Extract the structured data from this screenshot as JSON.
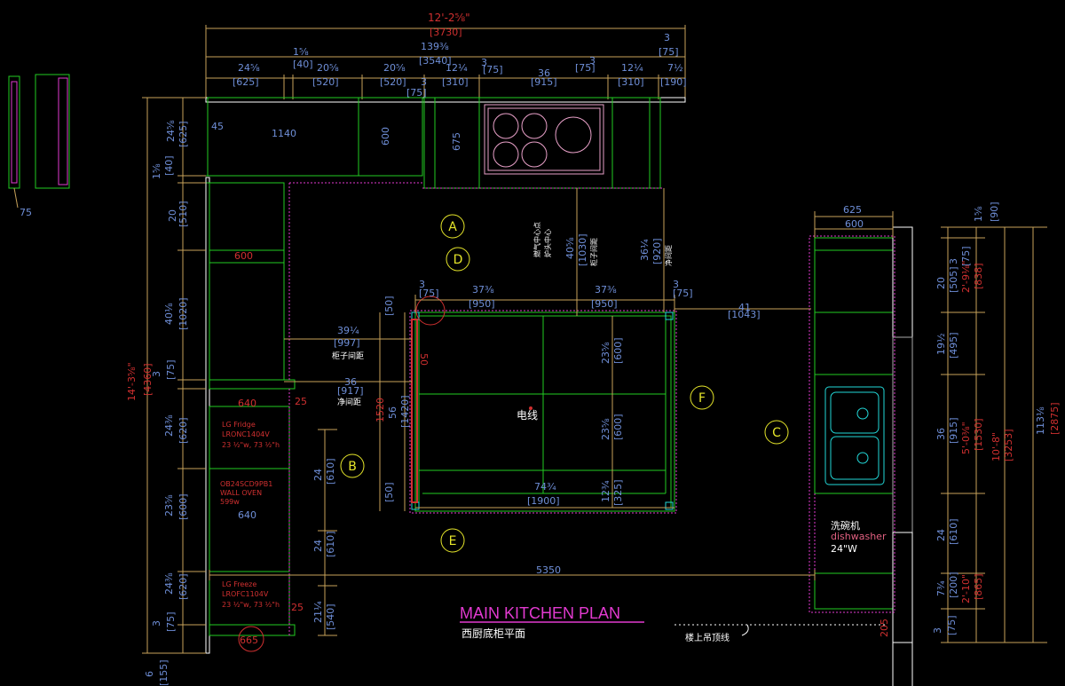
{
  "title": "MAIN KITCHEN PLAN",
  "subtitle": "西厨底柜平面",
  "top_dims": {
    "overall_imperial": "12'-2⅝\"",
    "overall_mm": "[3730]",
    "seg_245": "24⅝",
    "seg_245_mm": "[625]",
    "seg_15": "1⅝",
    "seg_15_mm": "[40]",
    "seg_205a": "20⅝",
    "seg_205a_mm": "[520]",
    "seg_205b": "20⅝",
    "seg_205b_mm": "[520]",
    "seg_139": "139⅜",
    "seg_139_mm": "[3540]",
    "seg_3a": "3",
    "seg_3a_mm": "[75]",
    "seg_124a": "12¼",
    "seg_124a_mm": "[310]",
    "seg_3b": "3",
    "seg_3b_mm": "[75]",
    "seg_36": "36",
    "seg_36_mm": "[915]",
    "seg_3c": "3",
    "seg_3c_mm": "[75]",
    "seg_124b": "12¼",
    "seg_124b_mm": "[310]",
    "seg_75": "7½",
    "seg_75_mm": "[190]",
    "seg_3d": "3",
    "seg_3d_mm": "[75]"
  },
  "labels": {
    "d45": "45",
    "d1140": "1140",
    "d600a": "600",
    "d675": "675",
    "d75left": "75",
    "d600red": "600",
    "d640a": "640",
    "d640b": "640",
    "d25a": "25",
    "d25b": "25",
    "d665": "665",
    "d625": "625",
    "d600b": "600",
    "d5350": "5350",
    "d205": "205",
    "fridge": "LG Fridge",
    "fridge_model": "LRONC1404V",
    "fridge_size": "23 ½\"w, 73 ½\"h",
    "oven": "OB24SCD9PB1",
    "oven_type": "WALL OVEN",
    "oven_size": "599w",
    "freezer": "LG Freeze",
    "freezer_model": "LROFC1104V",
    "freezer_size": "23 ½\"w, 73 ½\"h",
    "dish_cn": "洗碗机",
    "dish_en": "dishwasher",
    "dish_w": "24\"W",
    "wire": "电线",
    "island_gap": "柜子间距",
    "clear_gap": "净间距",
    "vent_note": "楼上吊顶线",
    "cooktop_note1": "燃气中心点",
    "cooktop_note2": "炉头中心",
    "hood_note1": "柜子间距",
    "hood_note2": "净间距",
    "island_3a": "3",
    "island_3a_mm": "[75]",
    "island_375a": "37⅜",
    "island_375a_mm": "[950]",
    "island_375b": "37⅜",
    "island_375b_mm": "[950]",
    "island_3b": "3",
    "island_3b_mm": "[75]",
    "island_41": "41",
    "island_41_mm": "[1043]",
    "island_40": "40⅝",
    "island_40_mm": "[1030]",
    "island_36v": "36¼",
    "island_36v_mm": "[920]",
    "island_39": "39¼",
    "island_39_mm": "[997]",
    "island_36h": "36",
    "island_36h_mm": "[917]",
    "island_74": "74¾",
    "island_74_mm": "[1900]",
    "island_56": "56",
    "island_56_mm": "[1420]",
    "island_1520": "1520",
    "island_50a": "[50]",
    "island_50b": "[50]",
    "island_23a": "23⅝",
    "island_23a_mm": "[600]",
    "island_23b": "23⅝",
    "island_23b_mm": "[600]",
    "island_12": "12¾",
    "island_12_mm": "[325]",
    "island_50r": "50",
    "left_24a": "24⅝",
    "left_24a_mm": "[625]",
    "left_15": "1⅝",
    "left_15_mm": "[40]",
    "left_20": "20",
    "left_20_mm": "[510]",
    "left_40": "40⅛",
    "left_40_mm": "[1020]",
    "left_3": "3",
    "left_3_mm": "[75]",
    "left_24b": "24⅜",
    "left_24b_mm": "[620]",
    "left_23": "23⅝",
    "left_23_mm": "[600]",
    "left_24c": "24⅜",
    "left_24c_mm": "[620]",
    "left_3b": "3",
    "left_3b_mm": "[75]",
    "left_6": "6",
    "left_6_mm": "[155]",
    "left_total": "14'-3⅝\"",
    "left_total_mm": "[4360]",
    "left2_24a": "24",
    "left2_24a_mm": "[610]",
    "left2_24b": "24",
    "left2_24b_mm": "[610]",
    "left2_21": "21¼",
    "left2_21_mm": "[540]",
    "right_15": "1⅝",
    "right_15_mm": "[90]",
    "right_20": "20",
    "right_20_mm": "[505]",
    "right_3": "3",
    "right_3_mm": "[75]",
    "right_2_9": "2'-9⅛\"",
    "right_2_9_mm": "[838]",
    "right_19": "19½",
    "right_19_mm": "[495]",
    "right_36": "36",
    "right_36_mm": "[915]",
    "right_5_0": "5'-0⅜\"",
    "right_5_0_mm": "[1530]",
    "right_24": "24",
    "right_24_mm": "[610]",
    "right_7": "7¾",
    "right_7_mm": "[200]",
    "right_2_10": "2'-10\"",
    "right_2_10_mm": "[865]",
    "right_3b": "3",
    "right_3b_mm": "[75]",
    "right_10_8": "10'-8\"",
    "right_10_8_mm": "[3253]",
    "right_113": "113⅛",
    "right_113_mm": "[2875]"
  },
  "markers": [
    "A",
    "B",
    "C",
    "D",
    "E",
    "F"
  ],
  "colors": {
    "cabinet": "#22cc22",
    "dim_blue": "#6f8fd8",
    "dim_tan": "#c7a25a",
    "red": "#d03030",
    "pink": "#e23ad0",
    "marker": "#e6e62a",
    "sink": "#22d8d8",
    "wall": "#ffffff"
  }
}
